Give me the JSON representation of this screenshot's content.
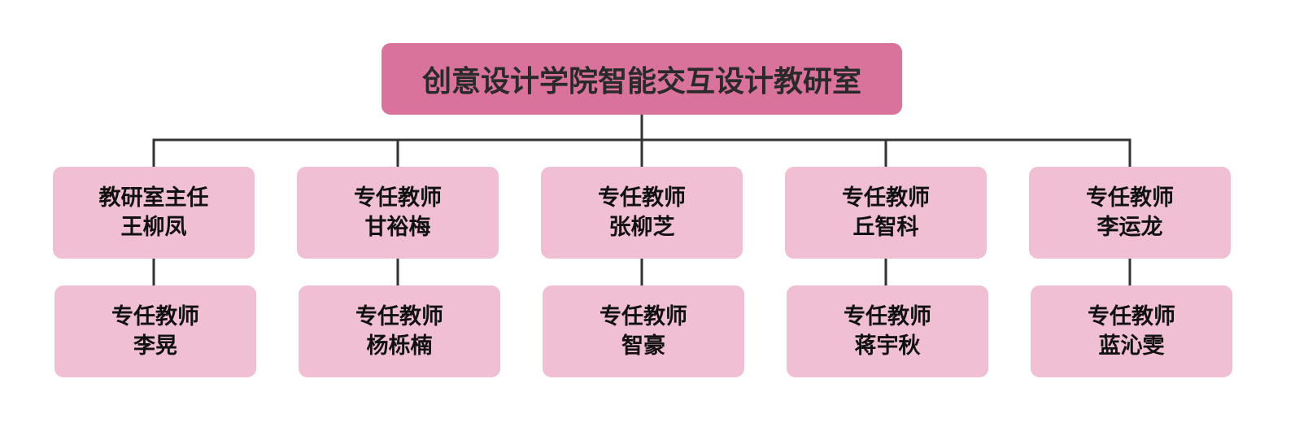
{
  "colors": {
    "root_fill": "#d9739c",
    "node_fill": "#f0bfd3",
    "line": "#333333"
  },
  "root": {
    "title": "创意设计学院智能交互设计教研室"
  },
  "columns": [
    {
      "top": {
        "role": "教研室主任",
        "name": "王柳凤"
      },
      "bottom": {
        "role": "专任教师",
        "name": "李晃"
      }
    },
    {
      "top": {
        "role": "专任教师",
        "name": "甘裕梅"
      },
      "bottom": {
        "role": "专任教师",
        "name": "杨栎楠"
      }
    },
    {
      "top": {
        "role": "专任教师",
        "name": "张柳芝"
      },
      "bottom": {
        "role": "专任教师",
        "name": "智豪"
      }
    },
    {
      "top": {
        "role": "专任教师",
        "name": "丘智科"
      },
      "bottom": {
        "role": "专任教师",
        "name": "蒋宇秋"
      }
    },
    {
      "top": {
        "role": "专任教师",
        "name": "李运龙"
      },
      "bottom": {
        "role": "专任教师",
        "name": "蓝沁雯"
      }
    }
  ]
}
